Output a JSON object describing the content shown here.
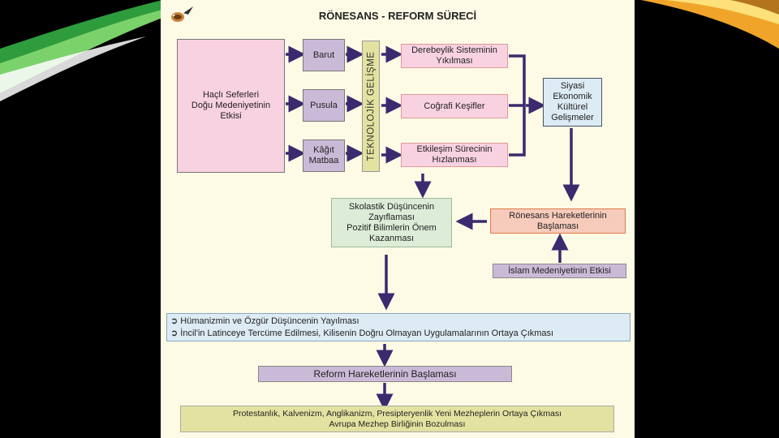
{
  "slide": {
    "title": "RÖNESANS - REFORM SÜRECİ",
    "boxes": {
      "hacli": "Haçlı Seferleri\nDoğu Medeniyetinin\nEtkisi",
      "barut": "Barut",
      "pusula": "Pusula",
      "kagit": "Kâğıt\nMatbaa",
      "teknoloji": "TEKNOLOJİK GELİŞME",
      "derebeylik": "Derebeylik Sisteminin\nYıkılması",
      "cografi": "Coğrafi Keşifler",
      "etkilesim": "Etkileşim Sürecinin\nHızlanması",
      "siyasi": "Siyasi\nEkonomik\nKültürel\nGelişmeler",
      "skolastik": "Skolastik Düşüncenin\nZayıflaması\nPozitif Bilimlerin Önem\nKazanması",
      "ronesans": "Rönesans Hareketlerinin\nBaşlaması",
      "islam": "İslam Medeniyetinin Etkisi",
      "reform": "Reform Hareketlerinin Başlaması",
      "sonuc": "Protestanlık, Kalvenizm, Anglikanizm, Presipteryenlik Yeni Mezheplerin Ortaya Çıkması\nAvrupa Mezhep Birliğinin Bozulması"
    },
    "list_items": [
      "Hümanizmin ve Özgür Düşüncenin Yayılması",
      "İncil'in Latinceye Tercüme Edilmesi, Kilisenin Doğru Olmayan Uygulamalarının Ortaya Çıkması"
    ],
    "bullet_glyph": "➲",
    "colors": {
      "pink": "#f9d2e2",
      "purple": "#cbbad7",
      "green": "#dcecd7",
      "salmon": "#f7cbbc",
      "blue": "#dcebf4",
      "olive": "#e3e2a0",
      "arrow": "#3b2a6e"
    }
  }
}
